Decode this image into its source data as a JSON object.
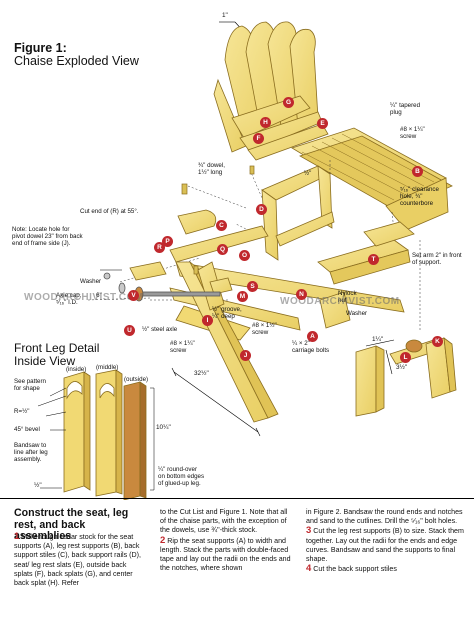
{
  "figure1": {
    "label": "Figure 1:",
    "subtitle": "Chaise Exploded View"
  },
  "figure2": {
    "line1": "Front Leg Detail",
    "line2": "Inside View"
  },
  "top_dim": "1\"",
  "callouts": {
    "plug": "¼\" tapered\nplug",
    "screw8_114": "#8 × 1¼\"\nscrew",
    "dowel": "¾\" dowel,\n1½\" long",
    "half_in": "½\"",
    "clearance": "⁵⁄₁₆\" clearance\nhole, ¾\"\ncounterbore",
    "cut_end": "Cut end of (R) at 55°.",
    "note_pivot": "Note: Locate hole for\npivot dowel 23\" from back\nend of frame side (J).",
    "set_arm": "Set arm 2\" in front\nof support.",
    "washer_top": "Washer",
    "six_in": "6\"",
    "axle_cap": "Axle cap,\n⁵⁄₁₆\" I.D.",
    "nylock": "Nylock\nnut",
    "washer_right": "Washer",
    "groove": "½\" groove,\n¼\" deep",
    "screw8_112": "#8 × 1½\"\nscrew",
    "steel_axle": "½\" steel axle",
    "screw8_114b": "#8 × 1¼\"\nscrew",
    "carriage": "¼ × 2\"\ncarriage bolts",
    "dim_1_14": "1¼\"",
    "dim_3_12": "3½\"",
    "dim_32_12": "32½\"",
    "pattern": "See pattern\nfor shape",
    "radius": "R=½\"",
    "bevel": "45° bevel",
    "bandsaw": "Bandsaw to\nline after leg\nassembly.",
    "half_bottom": "½\"",
    "ten": "10¼\"",
    "roundover": "¼\" round-over\non bottom edges\nof glued-up leg.",
    "inside": "(inside)",
    "middle": "(middle)",
    "outside": "(outside)"
  },
  "badges": [
    "G",
    "H",
    "F",
    "E",
    "B",
    "D",
    "C",
    "Q",
    "P",
    "R",
    "O",
    "T",
    "S",
    "M",
    "V",
    "U",
    "N",
    "A",
    "I",
    "L",
    "J",
    "K"
  ],
  "watermark": "WOODARCHIVIST.COM",
  "section": {
    "heading": "Construct the seat, leg rest, and back assemblies",
    "step1_num": "1",
    "step1": "Mill enough cedar stock for the seat supports (A), leg rest supports (B), back support stiles (C), back support rails (D), seat/ leg rest slats (E), outside back splats (F), back splats (G), and center back splat (H). Refer",
    "col2_a": "to the Cut List and Figure 1. Note that all of the chaise parts, with the exception of the dowels, use ¾\"-thick stock.",
    "step2_num": "2",
    "step2": "Rip the seat supports (A) to width and length. Stack the parts with double-faced tape and lay out the radii on the ends and the notches, where shown",
    "col3_a": "in Figure 2. Bandsaw the round ends and notches and sand to the cutlines. Drill the ⁵⁄₁₆\" bolt holes.",
    "step3_num": "3",
    "step3": "Cut the leg rest supports (B) to size. Stack them together. Lay out the radii for the ends and edge curves. Bandsaw and sand the supports to final shape.",
    "step4_num": "4",
    "step4": "Cut the back support stiles"
  },
  "colors": {
    "wood": "#f2dd7c",
    "wood_dark": "#d9bf55",
    "edge": "#8a6d1f",
    "badge": "#c0282d",
    "leg": "#c9893e"
  }
}
